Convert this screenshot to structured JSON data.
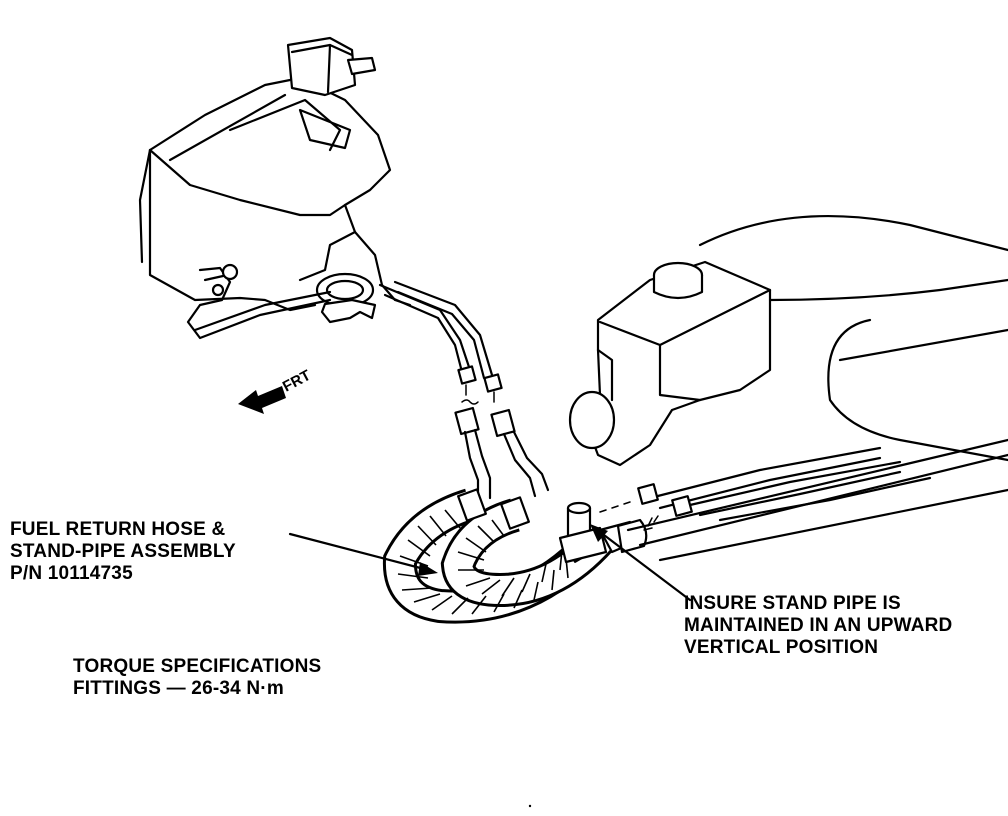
{
  "labels": {
    "fuel_return": {
      "line1": "FUEL RETURN HOSE &",
      "line2": "STAND-PIPE ASSEMBLY",
      "line3": "P/N 10114735"
    },
    "stand_pipe": {
      "line1": "INSURE STAND PIPE IS",
      "line2": "MAINTAINED IN AN UPWARD",
      "line3": "VERTICAL POSITION"
    },
    "torque": {
      "line1": "TORQUE SPECIFICATIONS",
      "line2": "FITTINGS — 26-34 N·m"
    },
    "direction": "FRT"
  },
  "colors": {
    "ink": "#000000",
    "paper": "#ffffff"
  }
}
